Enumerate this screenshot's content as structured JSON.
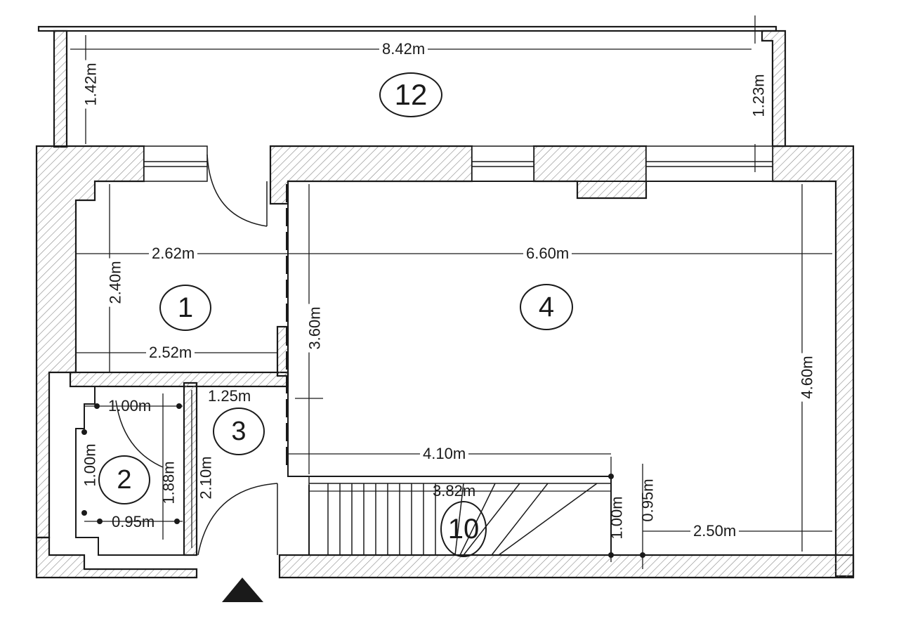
{
  "plan": {
    "rooms": [
      {
        "id": "12",
        "label": "12"
      },
      {
        "id": "1",
        "label": "1"
      },
      {
        "id": "4",
        "label": "4"
      },
      {
        "id": "3",
        "label": "3"
      },
      {
        "id": "2",
        "label": "2"
      },
      {
        "id": "10",
        "label": "10"
      }
    ],
    "dimensions": {
      "balcony_width": "8.42m",
      "balcony_depth_left": "1.42m",
      "balcony_depth_right": "1.23m",
      "room1_width_top": "2.62m",
      "room1_width_bottom": "2.52m",
      "room1_depth": "2.40m",
      "room4_width": "6.60m",
      "room4_depth": "4.60m",
      "room4_left_depth": "3.60m",
      "room2_top_width": "1.00m",
      "room2_left_depth": "1.00m",
      "room2_bottom_width": "0.95m",
      "room2_right_depth": "1.88m",
      "room3_width": "1.25m",
      "room3_depth": "2.10m",
      "stair_width": "4.10m",
      "stair_run": "3.82m",
      "stair_depth": "1.00m",
      "stair_gap": "0.95m",
      "room4_right_segment": "2.50m"
    },
    "entrance_marker": "entrance-arrow"
  }
}
